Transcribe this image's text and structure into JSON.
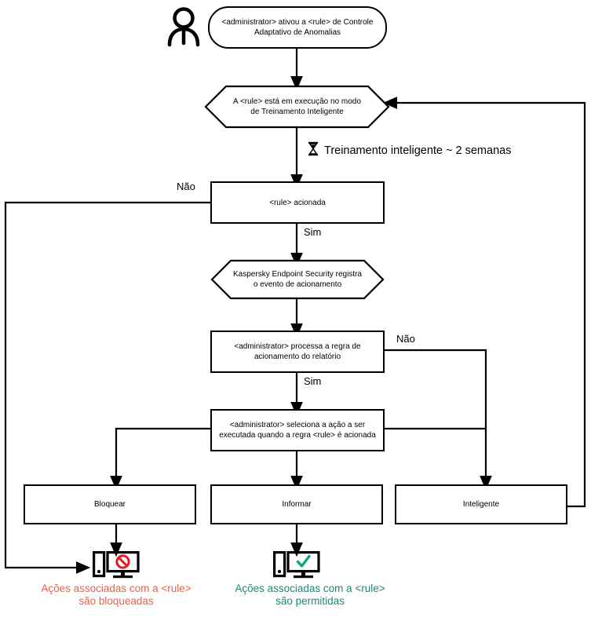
{
  "diagram": {
    "title": "Adaptive Anomaly Control rule flow",
    "actor_icon": "person-icon",
    "hourglass_icon": "hourglass-icon",
    "blocked_icon": "computer-blocked-icon",
    "allowed_icon": "computer-allowed-icon"
  },
  "colors": {
    "line": "#000000",
    "blocked_text": "#e8604c",
    "allowed_text": "#1b8a7a",
    "blocked_symbol": "#e01b24",
    "allowed_symbol": "#12a08a",
    "node_fill": "#ffffff"
  },
  "nodes": {
    "start": {
      "label": "<administrator> ativou a <rule> de Controle Adaptativo de Anomalias",
      "shape": "rounded"
    },
    "training_mode": {
      "label": "A <rule> está em execução no modo de Treinamento Inteligente",
      "shape": "hexagon"
    },
    "rule_triggered": {
      "label": "<rule> acionada",
      "shape": "rectangle"
    },
    "kes_logs": {
      "label": "Kaspersky Endpoint Security registra o evento de acionamento",
      "shape": "hexagon"
    },
    "admin_processes": {
      "label": "<administrator> processa a regra de acionamento do relatório",
      "shape": "rectangle"
    },
    "admin_selects": {
      "label": "<administrator> seleciona a ação a ser executada quando a regra <rule> é acionada",
      "shape": "rectangle"
    },
    "block": {
      "label": "Bloquear",
      "shape": "rectangle"
    },
    "inform": {
      "label": "Informar",
      "shape": "rectangle"
    },
    "smart": {
      "label": "Inteligente",
      "shape": "rectangle"
    }
  },
  "annotations": {
    "training_duration": "Treinamento inteligente ~ 2 semanas"
  },
  "edge_labels": {
    "triggered_no": "Não",
    "triggered_yes": "Sim",
    "processed_no": "Não",
    "processed_yes": "Sim"
  },
  "outcomes": {
    "blocked": {
      "line1": "Ações associadas com a <rule>",
      "line2": "são bloqueadas"
    },
    "allowed": {
      "line1": "Ações associadas com a <rule>",
      "line2": "são permitidas"
    }
  }
}
